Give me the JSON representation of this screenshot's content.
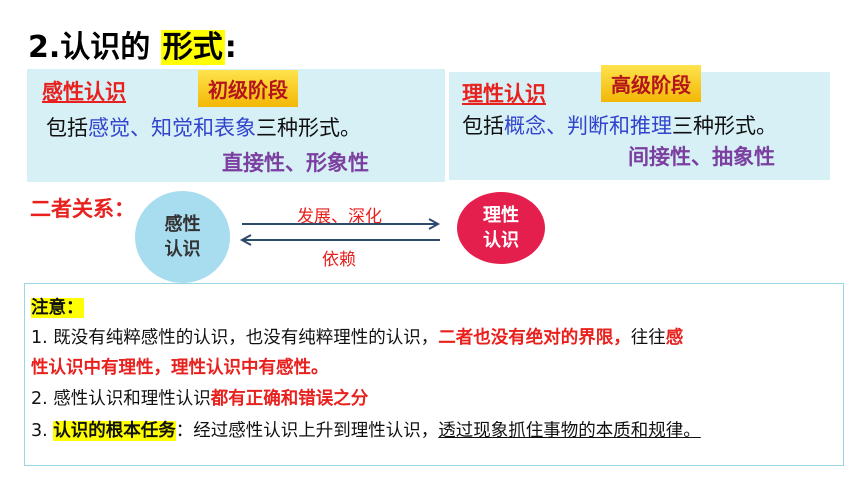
{
  "title": {
    "prefix": "2.认识的 ",
    "highlight": "形式",
    "suffix": ":"
  },
  "perceptual": {
    "label": "感性认识",
    "stage": "初级阶段",
    "line_pre": "包括",
    "line_blue": "感觉、知觉和表象",
    "line_post": "三种形式。",
    "traits": "直接性、形象性"
  },
  "rational": {
    "label": "理性认识",
    "stage": "高级阶段",
    "line_pre": "包括",
    "line_blue": "概念、判断和推理",
    "line_post": "三种形式。",
    "traits": "间接性、抽象性"
  },
  "relation": {
    "label": "二者关系：",
    "left_circle": [
      "感性",
      "认识"
    ],
    "right_circle": [
      "理性",
      "认识"
    ],
    "forward": "发展、深化",
    "backward": "依赖"
  },
  "notes": {
    "heading": "注意：",
    "n1_a": "1. 既没有纯粹感性的认识，也没有纯粹理性的认识，",
    "n1_b": "二者也没有绝对的界限，",
    "n1_c": "往往",
    "n1_d": "感",
    "n1_e": "性认识中有理性，理性认识中有感性。",
    "n2_a": "2. 感性认识和理性认识",
    "n2_b": "都有正确和错误之分",
    "n3_a": "3. ",
    "n3_b": "认识的根本任务",
    "n3_c": "：经过感性认识上升到理性认识，",
    "n3_d": "透过现象抓住事物的本质和规律。"
  },
  "colors": {
    "accent_red": "#e8211e",
    "panel": "#d6f0f6",
    "circle_blue": "#a8dcef",
    "circle_pink": "#e51f4d"
  }
}
